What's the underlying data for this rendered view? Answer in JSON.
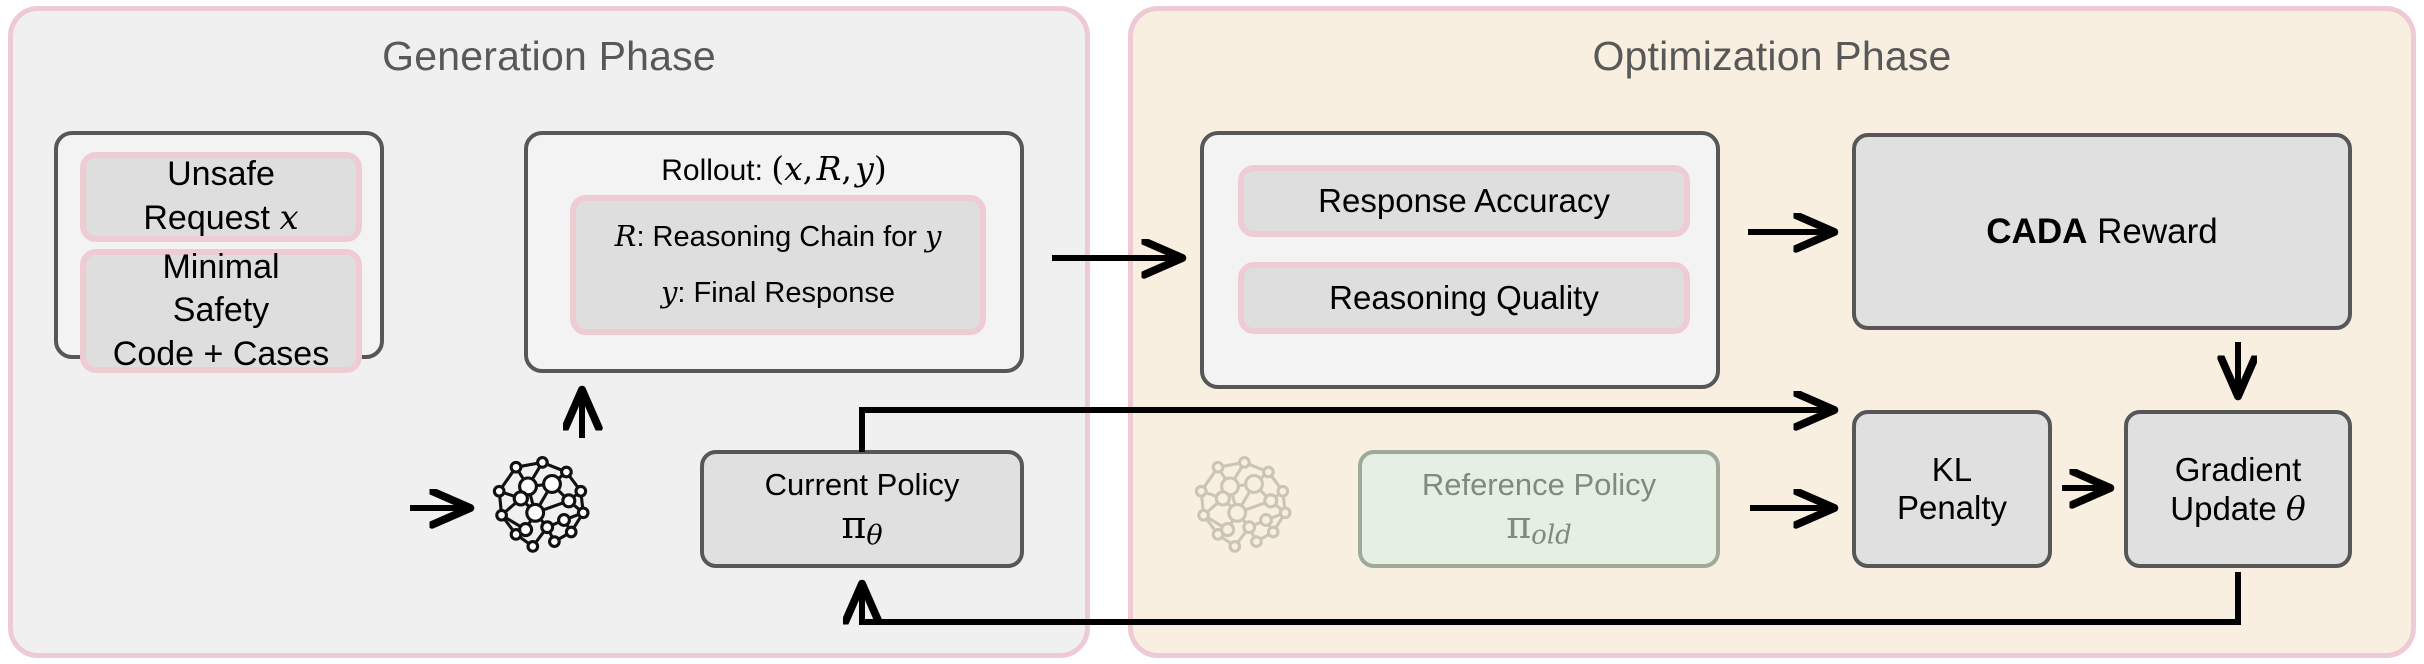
{
  "colors": {
    "panel_pink_border": "#EECBD4",
    "generation_bg": "#F1F0F0",
    "optimization_bg": "#F8EFE0",
    "card_border": "#575757",
    "card_fill": "#E0E0E0",
    "pill_border": "#EFCCD4",
    "pill_fill": "#DEDEDE",
    "reference_fill": "#E5EFE4",
    "reference_border": "#9DAA9B",
    "reference_text": "#7E8C7D",
    "title_text": "#585858",
    "arrow": "#000000"
  },
  "phases": {
    "generation": {
      "title": "Generation Phase"
    },
    "optimization": {
      "title": "Optimization Phase"
    }
  },
  "generation": {
    "inputs": {
      "card_name": "inputs-card",
      "items": [
        {
          "lines": [
            "Unsafe",
            "Request x"
          ],
          "symbol": "x"
        },
        {
          "lines": [
            "Minimal",
            "Safety",
            "Code + Cases"
          ]
        }
      ],
      "unsafe_line1": "Unsafe",
      "unsafe_line2_prefix": "Request ",
      "unsafe_symbol": "x",
      "minimal_line1": "Minimal",
      "minimal_line2": "Safety",
      "minimal_line3": "Code + Cases"
    },
    "rollout": {
      "header_prefix": "Rollout: ",
      "header_tuple": "(x, R, y)",
      "tuple_open": "(",
      "tuple_x": "x",
      "tuple_comma1": ", ",
      "tuple_R": "R",
      "tuple_comma2": ", ",
      "tuple_y": "y",
      "tuple_close": ")",
      "line1_symbol": "R",
      "line1_text": ": Reasoning Chain for ",
      "line1_tail": "y",
      "line2_symbol": "y",
      "line2_text": ": Final Response"
    },
    "current_policy": {
      "label": "Current Policy",
      "symbol": "π",
      "subscript": "θ"
    },
    "brain_icon": "neural-network-brain-icon"
  },
  "optimization": {
    "reward_components": {
      "items": [
        {
          "label": "Response Accuracy"
        },
        {
          "label": "Reasoning Quality"
        }
      ]
    },
    "cada_reward": {
      "bold_part": "CADA",
      "rest_part": " Reward"
    },
    "reference_policy": {
      "label": "Reference Policy",
      "symbol": "π",
      "subscript": "old"
    },
    "kl_penalty": {
      "line1": "KL",
      "line2": "Penalty"
    },
    "gradient_update": {
      "line1": "Gradient",
      "line2_prefix": "Update ",
      "symbol": "θ"
    },
    "brain_icon": "neural-network-brain-icon-faded"
  },
  "arrows": [
    {
      "name": "inputs-to-policy-brain",
      "type": "right"
    },
    {
      "name": "policy-brain-to-rollout",
      "type": "up"
    },
    {
      "name": "rollout-to-reward-components",
      "type": "right"
    },
    {
      "name": "reward-components-to-cada",
      "type": "right"
    },
    {
      "name": "cada-to-gradient-update",
      "type": "down"
    },
    {
      "name": "current-policy-to-kl-penalty",
      "type": "elbow-right"
    },
    {
      "name": "reference-brain-to-kl-penalty",
      "type": "right"
    },
    {
      "name": "kl-penalty-to-gradient-update",
      "type": "right"
    },
    {
      "name": "gradient-update-to-current-policy",
      "type": "elbow-feedback"
    }
  ]
}
